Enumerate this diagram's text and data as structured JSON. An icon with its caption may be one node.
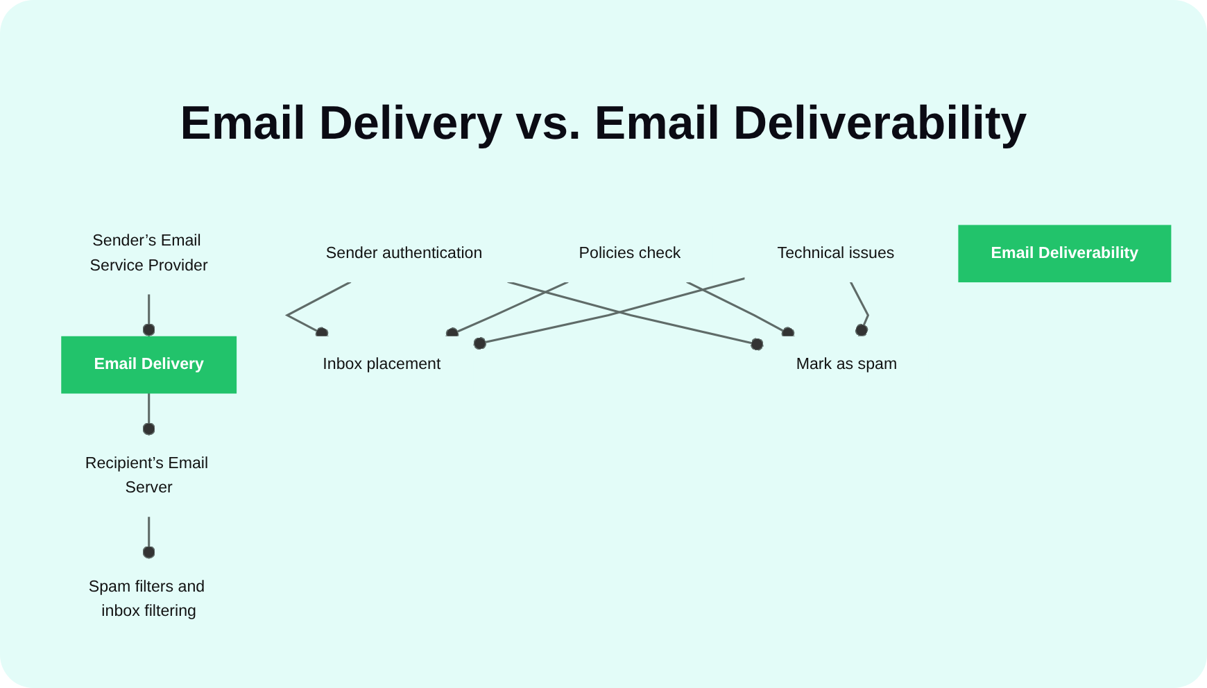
{
  "diagram": {
    "title": "Email Delivery vs. Email Deliverability",
    "nodes": [
      {
        "text": [
          "Sender’s Email Service Provider"
        ]
      },
      {
        "text": [
          "Email Delivery"
        ]
      },
      {
        "text": [
          "Recipient’s Email Server"
        ]
      },
      {
        "text": [
          "Spam filters and inbox filtering"
        ]
      },
      {
        "text": [
          "Sender authentication"
        ]
      },
      {
        "text": [
          "Policies check"
        ]
      },
      {
        "text": [
          "Technical issues"
        ]
      },
      {
        "text": [
          "Email Deliverability"
        ]
      },
      {
        "text": [
          "Inbox placement"
        ]
      },
      {
        "text": [
          "Mark as spam"
        ]
      }
    ],
    "edges": [
      {
        "from": 0,
        "to": 1,
        "arrow": "other"
      },
      {
        "from": 1,
        "to": 2,
        "arrow": "other"
      },
      {
        "from": 2,
        "to": 3,
        "arrow": "other"
      },
      {
        "from": 4,
        "to": 8,
        "arrow": "other"
      },
      {
        "from": 5,
        "to": 8,
        "arrow": "other"
      },
      {
        "from": 6,
        "to": 8,
        "arrow": "other"
      },
      {
        "from": 4,
        "to": 9,
        "arrow": "other"
      },
      {
        "from": 5,
        "to": 9,
        "arrow": "other"
      },
      {
        "from": 6,
        "to": 9,
        "arrow": "other"
      }
    ]
  }
}
